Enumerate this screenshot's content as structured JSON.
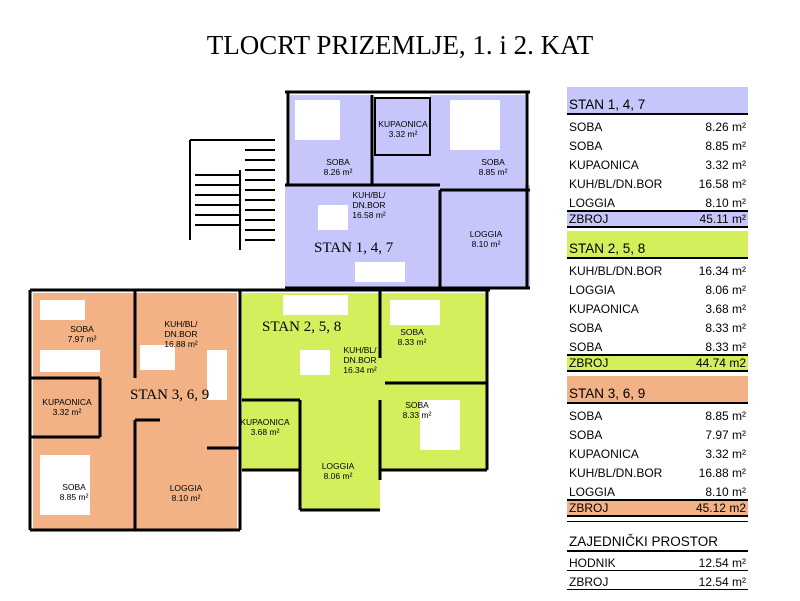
{
  "title": "TLOCRT PRIZEMLJE, 1. i 2. KAT",
  "colors": {
    "stan1": "#c6c6fa",
    "stan2": "#d3ef5c",
    "stan3": "#f2b285"
  },
  "plan": {
    "stan1": {
      "label": "STAN 1, 4, 7",
      "rooms": [
        {
          "name": "SOBA",
          "area": "8.26 m²"
        },
        {
          "name": "KUPAONICA",
          "area": "3.32 m²"
        },
        {
          "name": "SOBA",
          "area": "8.85 m²"
        },
        {
          "name": "KUH/BL/",
          "name2": "DN.BOR",
          "area": "16.58 m²"
        },
        {
          "name": "LOGGIA",
          "area": "8.10 m²"
        }
      ]
    },
    "stan2": {
      "label": "STAN 2, 5, 8",
      "rooms": [
        {
          "name": "KUH/BL/",
          "name2": "DN.BOR",
          "area": "16.34 m²"
        },
        {
          "name": "SOBA",
          "area": "8.33 m²"
        },
        {
          "name": "SOBA",
          "area": "8.33 m²"
        },
        {
          "name": "KUPAONICA",
          "area": "3.68 m²"
        },
        {
          "name": "LOGGIA",
          "area": "8.06 m²"
        }
      ]
    },
    "stan3": {
      "label": "STAN 3, 6, 9",
      "rooms": [
        {
          "name": "SOBA",
          "area": "7.97 m²"
        },
        {
          "name": "KUH/BL/",
          "name2": "DN.BOR",
          "area": "16.88 m²"
        },
        {
          "name": "KUPAONICA",
          "area": "3.32 m²"
        },
        {
          "name": "SOBA",
          "area": "8.85 m²"
        },
        {
          "name": "LOGGIA",
          "area": "8.10 m²"
        }
      ]
    }
  },
  "tables": [
    {
      "header": "STAN 1, 4, 7",
      "rows": [
        [
          "SOBA",
          "8.26 m²"
        ],
        [
          "SOBA",
          "8.85 m²"
        ],
        [
          "KUPAONICA",
          "3.32 m²"
        ],
        [
          "KUH/BL/DN.BOR",
          "16.58 m²"
        ],
        [
          "LOGGIA",
          "8.10 m²"
        ]
      ],
      "total": [
        "ZBROJ",
        "45.11 m²"
      ]
    },
    {
      "header": "STAN 2, 5, 8",
      "rows": [
        [
          "KUH/BL/DN.BOR",
          "16.34 m²"
        ],
        [
          "LOGGIA",
          "8.06 m²"
        ],
        [
          "KUPAONICA",
          "3.68 m²"
        ],
        [
          "SOBA",
          "8.33 m²"
        ],
        [
          "SOBA",
          "8.33 m²"
        ]
      ],
      "total": [
        "ZBROJ",
        "44.74 m2"
      ]
    },
    {
      "header": "STAN 3, 6, 9",
      "rows": [
        [
          "SOBA",
          "8.85 m²"
        ],
        [
          "SOBA",
          "7.97 m²"
        ],
        [
          "KUPAONICA",
          "3.32 m²"
        ],
        [
          "KUH/BL/DN.BOR",
          "16.88 m²"
        ],
        [
          "LOGGIA",
          "8.10 m²"
        ]
      ],
      "total": [
        "ZBROJ",
        "45.12 m2"
      ]
    },
    {
      "header": "ZAJEDNIČKI PROSTOR",
      "rows": [
        [
          "HODNIK",
          "12.54 m²"
        ],
        [
          "ZBROJ",
          "12.54 m²"
        ]
      ]
    }
  ]
}
